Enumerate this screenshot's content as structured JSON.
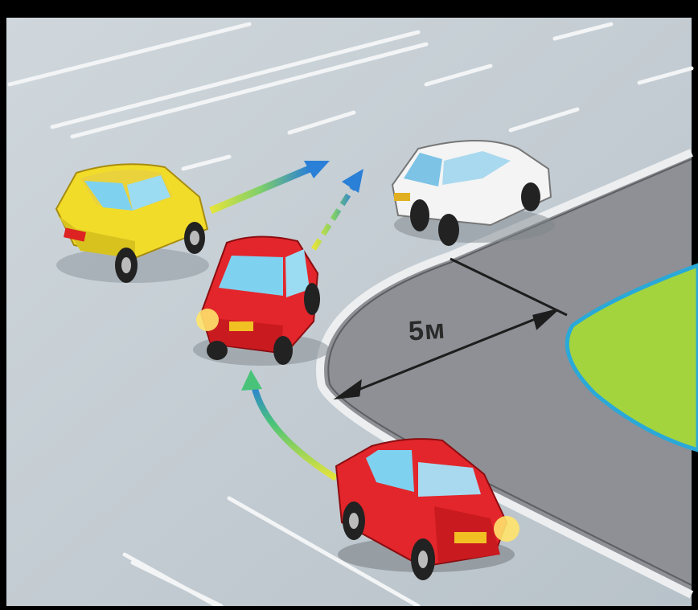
{
  "scene": {
    "distance_label": "5м",
    "colors": {
      "road": "#c9d2d8",
      "sidewalk": "#8f9196",
      "curb": "#e8eaec",
      "lawn": "#9ad13a",
      "lawn_edge": "#2aa9d8",
      "yellow_car": "#f2dc2a",
      "red_car": "#e3262b",
      "white_car": "#f4f4f4",
      "arrow_blue": "#2a7fd6",
      "arrow_yellow": "#e6e43a",
      "arrow_green": "#49c37a"
    },
    "objects": [
      "yellow-car",
      "red-car-turning",
      "red-car-approaching",
      "white-car-parked",
      "curb-corner",
      "lawn",
      "dimension-line"
    ]
  }
}
